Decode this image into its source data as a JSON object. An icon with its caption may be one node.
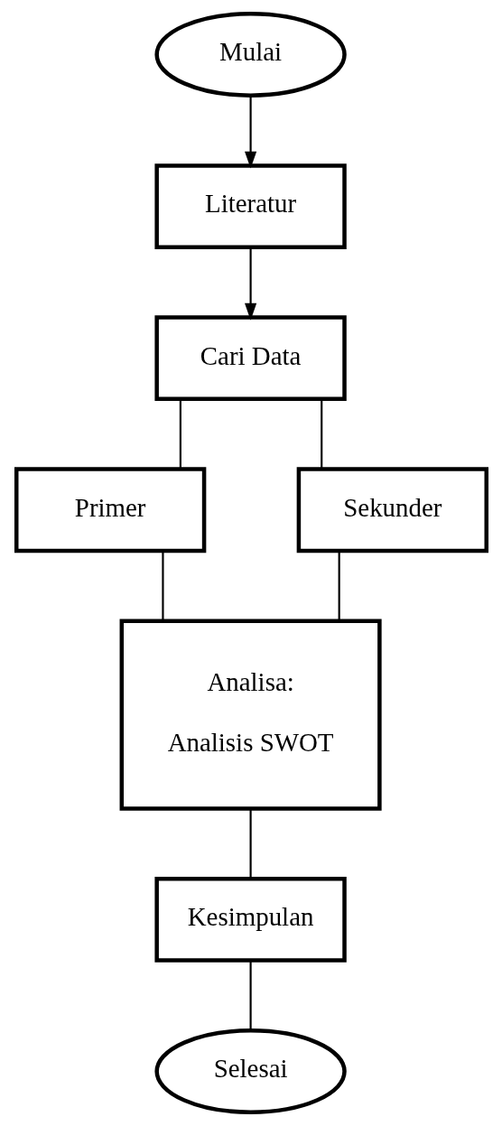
{
  "diagram": {
    "nodes": [
      {
        "text": [
          "Mulai"
        ]
      },
      {
        "text": [
          "Literatur"
        ]
      },
      {
        "text": [
          "Cari Data"
        ]
      },
      {
        "text": [
          "Primer"
        ]
      },
      {
        "text": [
          "Sekunder"
        ]
      },
      {
        "text": [
          "Analisa:",
          "Analisis SWOT"
        ]
      },
      {
        "text": [
          "Kesimpulan"
        ]
      },
      {
        "text": [
          "Selesai"
        ]
      }
    ],
    "edges": [
      {
        "from": 0,
        "to": 1,
        "arrow": "to"
      },
      {
        "from": 1,
        "to": 2,
        "arrow": "to"
      },
      {
        "from": 2,
        "to": 3,
        "arrow": "none"
      },
      {
        "from": 2,
        "to": 4,
        "arrow": "none"
      },
      {
        "from": 3,
        "to": 5,
        "arrow": "none"
      },
      {
        "from": 4,
        "to": 5,
        "arrow": "none"
      },
      {
        "from": 5,
        "to": 6,
        "arrow": "none"
      },
      {
        "from": 6,
        "to": 7,
        "arrow": "none"
      }
    ]
  }
}
